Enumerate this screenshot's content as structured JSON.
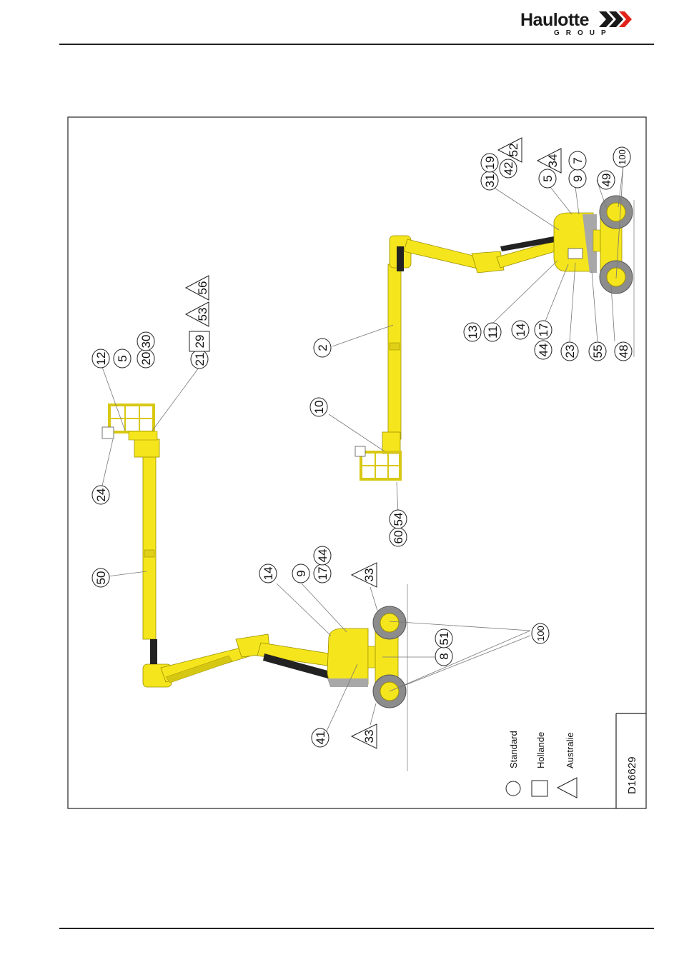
{
  "header": {
    "brand": "Haulotte",
    "brand_sub": "GROUP",
    "accent_color": "#e2231a"
  },
  "legend": {
    "items": [
      {
        "shape": "circle",
        "label": "Standard"
      },
      {
        "shape": "square",
        "label": "Hollande"
      },
      {
        "shape": "triangle",
        "label": "Australie"
      }
    ]
  },
  "drawing_ref": "D16629",
  "callouts": {
    "c12": "12",
    "c5a": "5",
    "c20": "20",
    "c30": "30",
    "c21": "21",
    "c29": "29",
    "c53": "53",
    "c56": "56",
    "c24": "24",
    "c50": "50",
    "c14a": "14",
    "c9a": "9",
    "c17a": "17",
    "c44a": "44",
    "c33a": "33",
    "c100a": "100",
    "c8": "8",
    "c51": "51",
    "c41": "41",
    "c33b": "33",
    "c2": "2",
    "c10": "10",
    "c60": "60",
    "c54": "54",
    "c31": "31",
    "c19": "19",
    "c42": "42",
    "c52": "52",
    "c5b": "5",
    "c34": "34",
    "c9b": "9",
    "c7": "7",
    "c100b": "100",
    "c49": "49",
    "c13": "13",
    "c11": "11",
    "c14b": "14",
    "c17b": "17",
    "c44b": "44",
    "c23": "23",
    "c55": "55",
    "c48": "48"
  },
  "colors": {
    "machine_yellow": "#f5e51c",
    "machine_shadow": "#c9bb12",
    "tyre": "#8c8c8c",
    "chassis_grey": "#a8a8a8",
    "hose": "#222222"
  }
}
